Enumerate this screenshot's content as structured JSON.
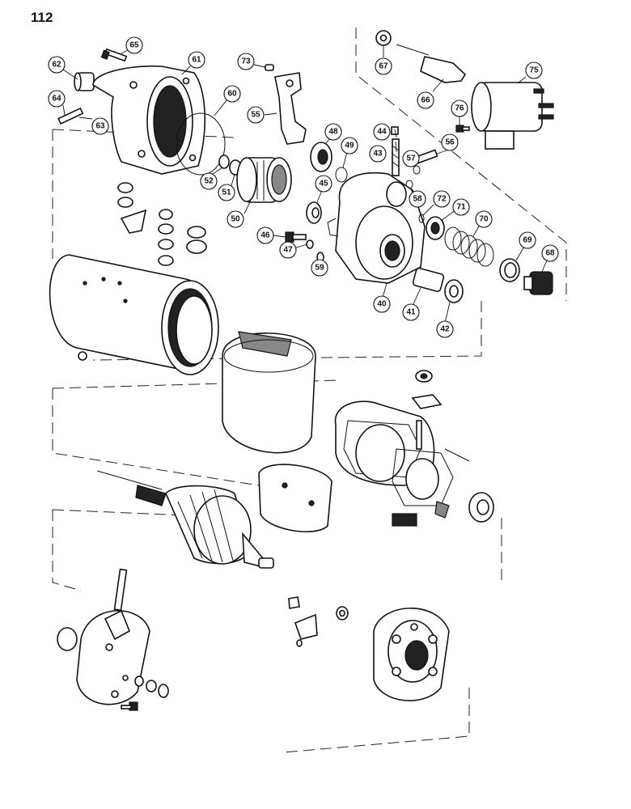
{
  "page": {
    "number": "112"
  },
  "callouts": [
    {
      "id": "c65",
      "label": "65"
    },
    {
      "id": "c62",
      "label": "62"
    },
    {
      "id": "c61",
      "label": "61"
    },
    {
      "id": "c73",
      "label": "73"
    },
    {
      "id": "c67",
      "label": "67"
    },
    {
      "id": "c75",
      "label": "75"
    },
    {
      "id": "c64",
      "label": "64"
    },
    {
      "id": "c63",
      "label": "63"
    },
    {
      "id": "c60",
      "label": "60"
    },
    {
      "id": "c55",
      "label": "55"
    },
    {
      "id": "c66",
      "label": "66"
    },
    {
      "id": "c76",
      "label": "76"
    },
    {
      "id": "c48",
      "label": "48"
    },
    {
      "id": "c44",
      "label": "44"
    },
    {
      "id": "c49",
      "label": "49"
    },
    {
      "id": "c43",
      "label": "43"
    },
    {
      "id": "c56",
      "label": "56"
    },
    {
      "id": "c57",
      "label": "57"
    },
    {
      "id": "c52",
      "label": "52"
    },
    {
      "id": "c51",
      "label": "51"
    },
    {
      "id": "c45",
      "label": "45"
    },
    {
      "id": "c58",
      "label": "58"
    },
    {
      "id": "c72",
      "label": "72"
    },
    {
      "id": "c71",
      "label": "71"
    },
    {
      "id": "c50",
      "label": "50"
    },
    {
      "id": "c70",
      "label": "70"
    },
    {
      "id": "c46",
      "label": "46"
    },
    {
      "id": "c47",
      "label": "47"
    },
    {
      "id": "c59",
      "label": "59"
    },
    {
      "id": "c69",
      "label": "69"
    },
    {
      "id": "c68",
      "label": "68"
    },
    {
      "id": "c40",
      "label": "40"
    },
    {
      "id": "c41",
      "label": "41"
    },
    {
      "id": "c42",
      "label": "42"
    }
  ]
}
